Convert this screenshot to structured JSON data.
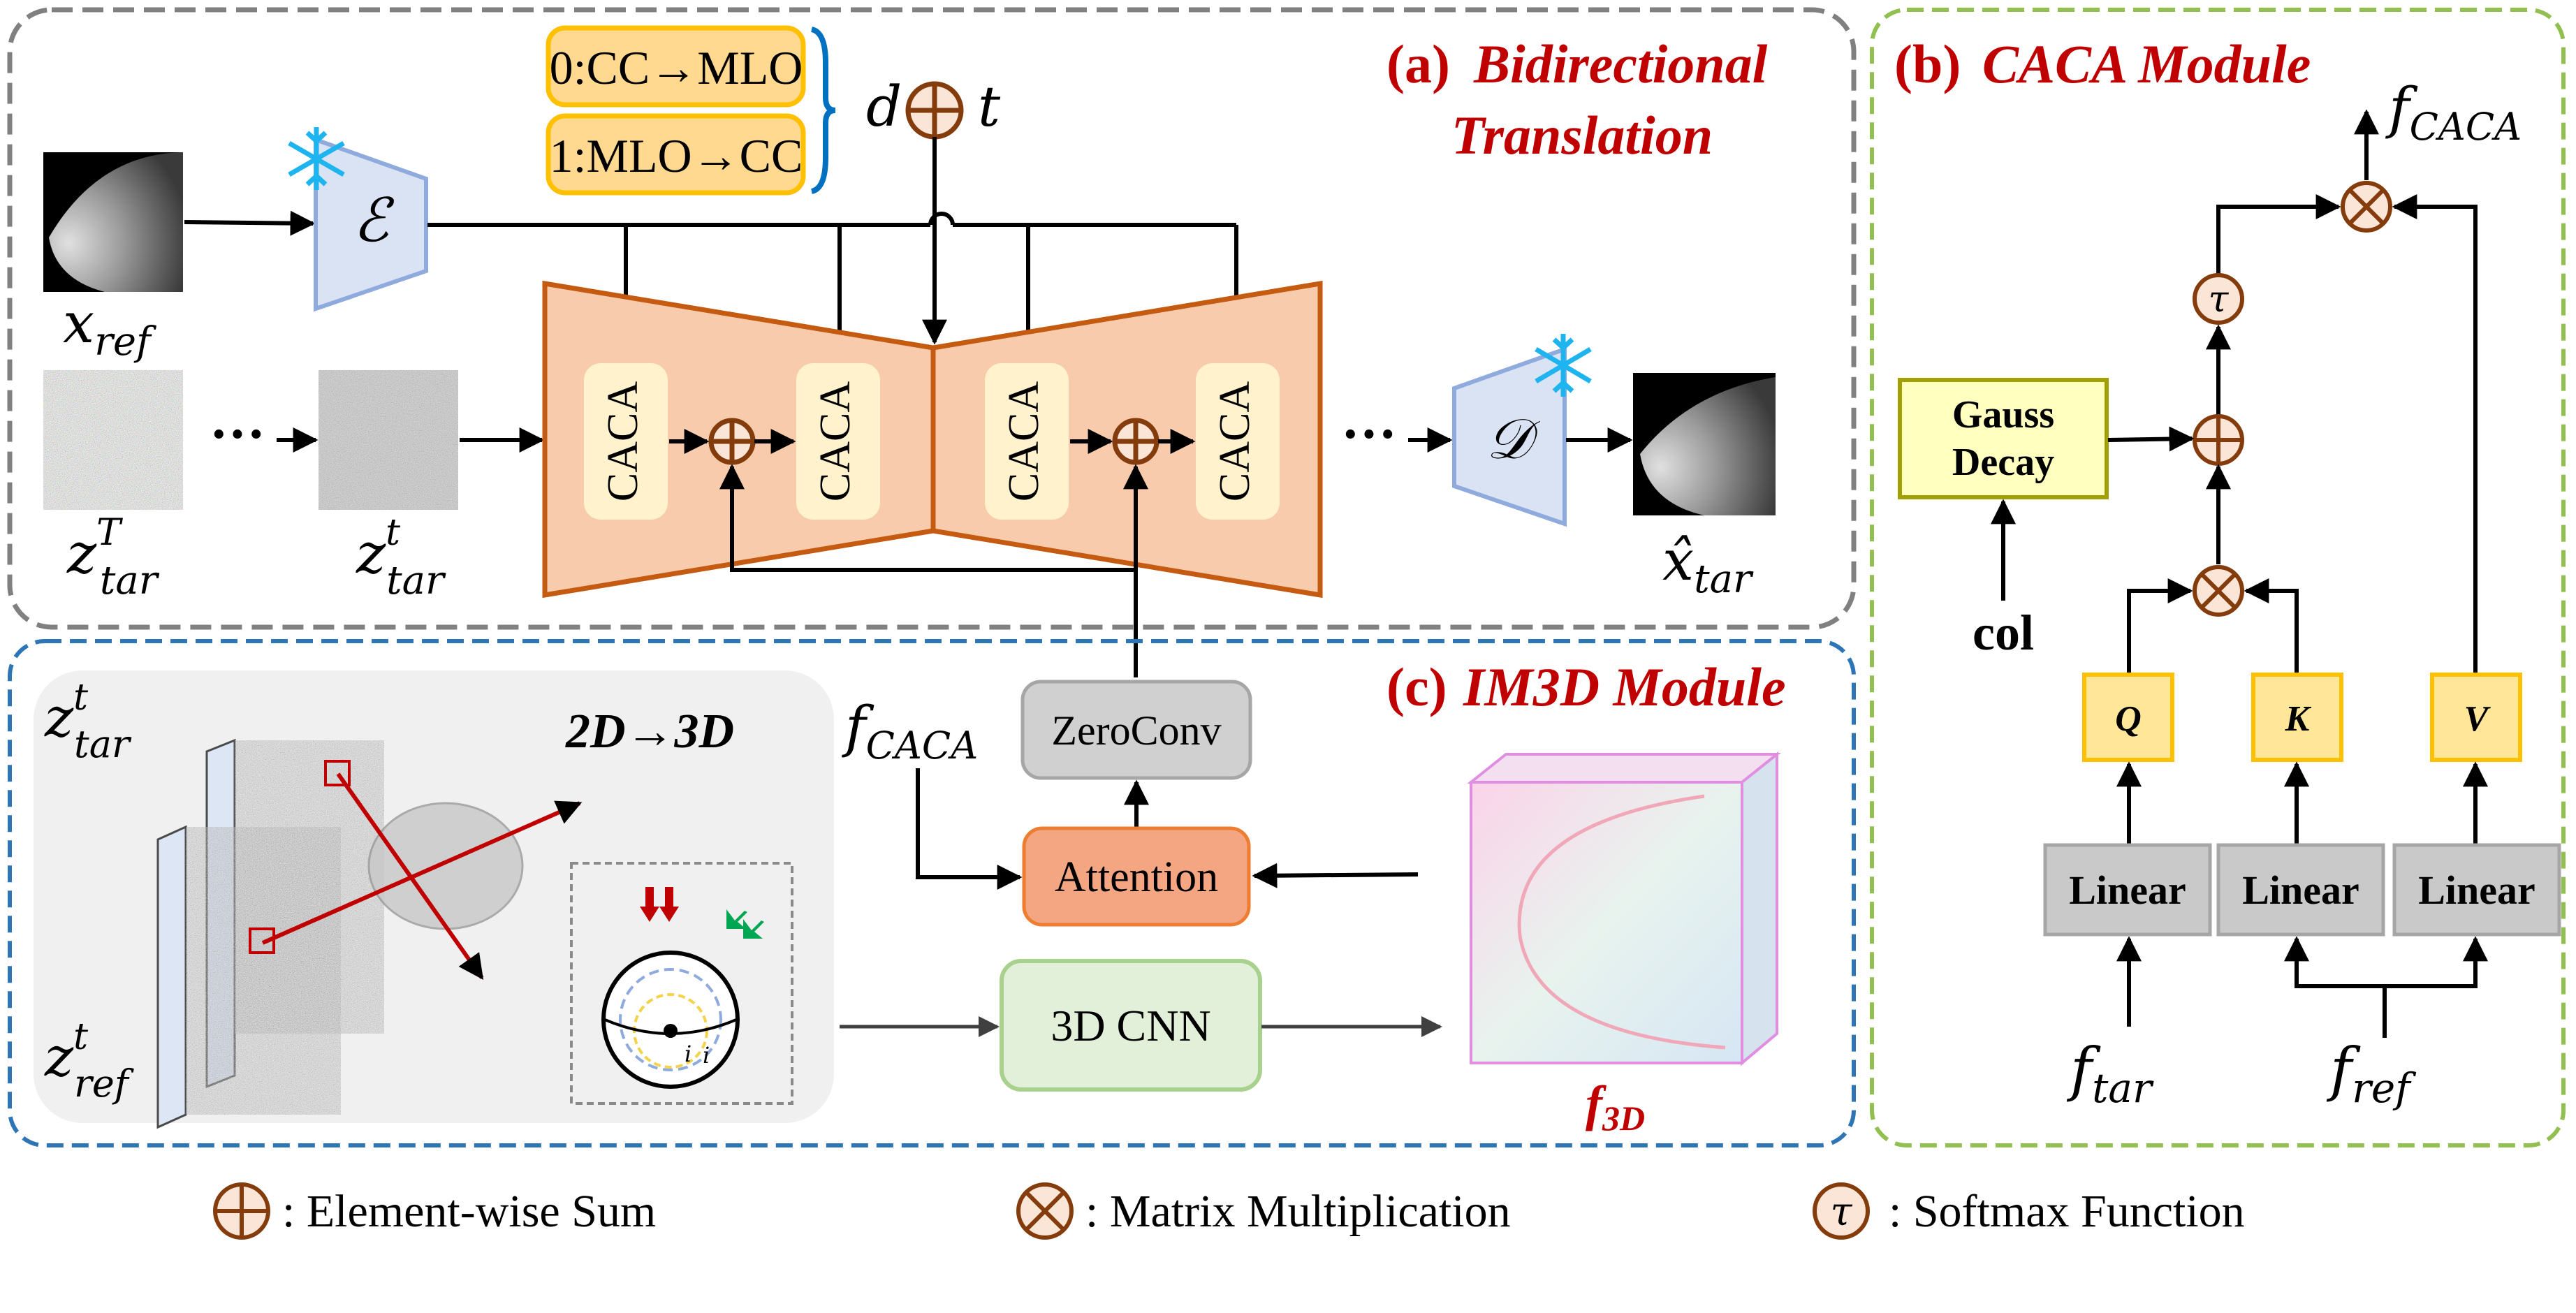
{
  "panels": {
    "a": {
      "label": "(a)",
      "title_line1": "Bidirectional",
      "title_line2": "Translation"
    },
    "b": {
      "label": "(b)",
      "title": "CACA Module"
    },
    "c": {
      "label": "(c)",
      "title": "IM3D Module"
    }
  },
  "translation": {
    "direction_options": [
      "0:CC→MLO",
      "1:MLO→CC"
    ],
    "d_symbol": "d",
    "t_symbol": "t",
    "encoder_symbol": "ℰ",
    "decoder_symbol": "𝒟",
    "caca_blocks": [
      "CACA",
      "CACA",
      "CACA",
      "CACA"
    ],
    "ellipsis": "···",
    "labels": {
      "x_ref": {
        "base": "x",
        "sub": "ref"
      },
      "z_tar_T": {
        "base": "z",
        "sub": "tar",
        "sup": "T"
      },
      "z_tar_t": {
        "base": "z",
        "sub": "tar",
        "sup": "t"
      },
      "x_hat_tar": {
        "base": "x̂",
        "sub": "tar"
      }
    }
  },
  "im3d": {
    "projection_title": "2D→3D",
    "z_tar": {
      "base": "z",
      "sub": "tar",
      "sup": "t"
    },
    "z_ref": {
      "base": "z",
      "sub": "ref",
      "sup": "t"
    },
    "f_caca": {
      "base": "f",
      "sub": "CACA"
    },
    "zeroconv": "ZeroConv",
    "attention": "Attention",
    "cnn3d": "3D CNN",
    "f3d": {
      "base": "f",
      "sub": "3D"
    },
    "inset_labels": [
      "i",
      "i"
    ]
  },
  "caca": {
    "output": {
      "base": "f",
      "sub": "CACA"
    },
    "tau": "τ",
    "gauss_line1": "Gauss",
    "gauss_line2": "Decay",
    "col": "col",
    "qkv": [
      "Q",
      "K",
      "V"
    ],
    "linear": [
      "Linear",
      "Linear",
      "Linear"
    ],
    "f_tar": {
      "base": "f",
      "sub": "tar"
    },
    "f_ref": {
      "base": "f",
      "sub": "ref"
    }
  },
  "legend": [
    {
      "symbol": "element-wise-sum",
      "text": ": Element-wise Sum"
    },
    {
      "symbol": "matrix-multiplication",
      "text": ": Matrix Multiplication"
    },
    {
      "symbol": "softmax",
      "glyph": "τ",
      "text": ": Softmax Function"
    }
  ],
  "colors": {
    "panel_a_border": "#808080",
    "panel_b_border": "#92c050",
    "panel_c_border": "#2e75b6",
    "title_red": "#c00000",
    "unet_fill": "#f8cbad",
    "unet_stroke": "#c55a11",
    "caca_fill": "#fff2cc",
    "encoder_fill": "#dae3f3",
    "encoder_stroke": "#8faadc",
    "snowflake": "#1eb4ef",
    "direction_fill": "#ffd990",
    "direction_stroke": "#ffc000",
    "brace": "#0070c0",
    "op_fill": "#fbe5d6",
    "op_stroke": "#843c0c",
    "zeroconv_fill": "#d0d0d0",
    "attention_fill": "#f4a582",
    "attention_stroke": "#ed7d31",
    "cnn_fill": "#e2f0d9",
    "cnn_stroke": "#a9d18e",
    "gauss_fill": "#ffffc0",
    "gauss_stroke": "#a0a000",
    "qkv_fill": "#ffe699",
    "qkv_stroke": "#ffc000",
    "linear_fill": "#c9c9c9",
    "f3d_label": "#c00000"
  }
}
